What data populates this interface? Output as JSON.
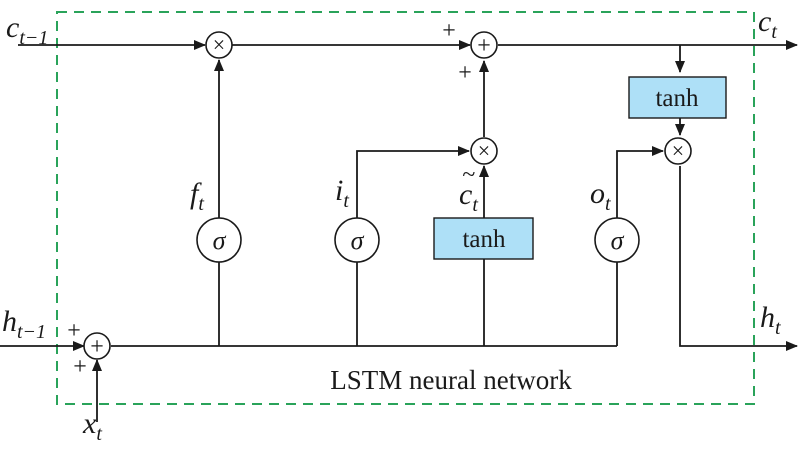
{
  "labels": {
    "c_prev": {
      "main": "c",
      "sub": "t−1"
    },
    "c_next": {
      "main": "c",
      "sub": "t"
    },
    "h_prev": {
      "main": "h",
      "sub": "t−1"
    },
    "h_next": {
      "main": "h",
      "sub": "t"
    },
    "x": {
      "main": "x",
      "sub": "t"
    },
    "f": {
      "main": "f",
      "sub": "t"
    },
    "i": {
      "main": "i",
      "sub": "t"
    },
    "c_tilde": {
      "main": "c",
      "tilde": "~",
      "sub": "t"
    },
    "o": {
      "main": "o",
      "sub": "t"
    }
  },
  "ops": {
    "times": "×",
    "plus": "+",
    "sigma": "σ",
    "tanh": "tanh"
  },
  "caption": "LSTM neural network",
  "colors": {
    "tanh_fill": "#aee0f7",
    "frame": "#2aa35a",
    "line": "#1a1a1a"
  }
}
